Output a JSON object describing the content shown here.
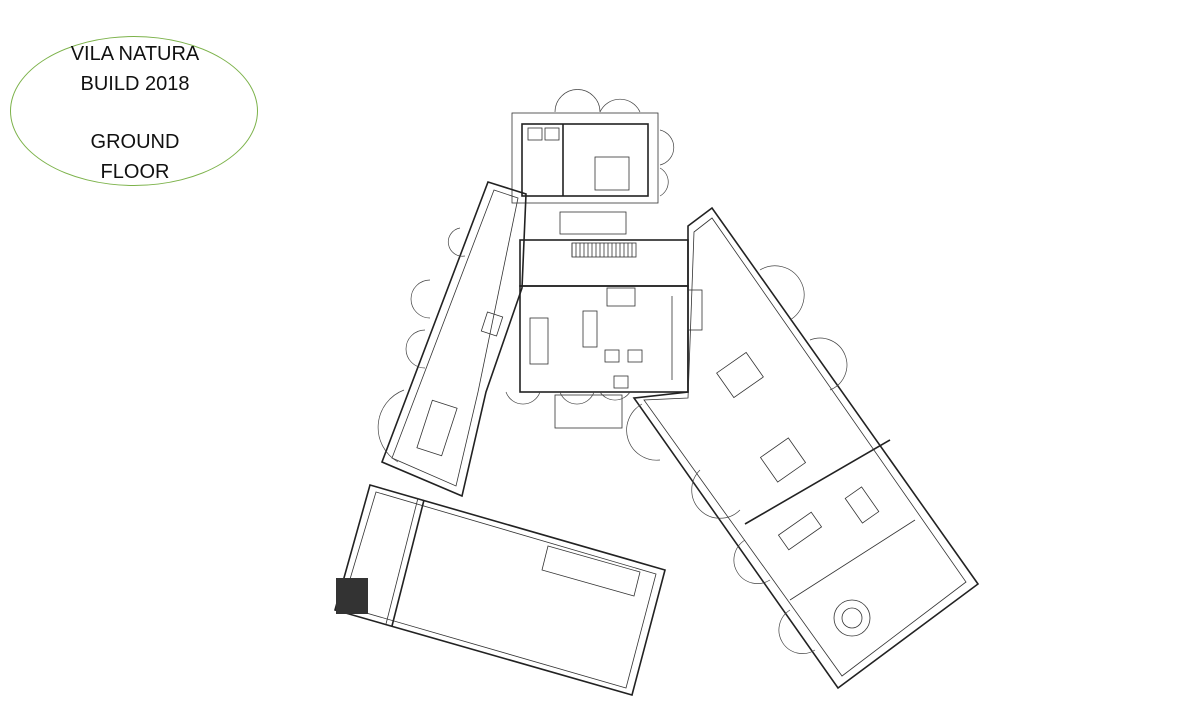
{
  "title_badge": {
    "line1": "VILA NATURA",
    "line2": "BUILD 2018",
    "line3": "GROUND",
    "line4": "FLOOR",
    "border_color": "#7cb24a"
  },
  "plan": {
    "wall_color": "#222222"
  }
}
